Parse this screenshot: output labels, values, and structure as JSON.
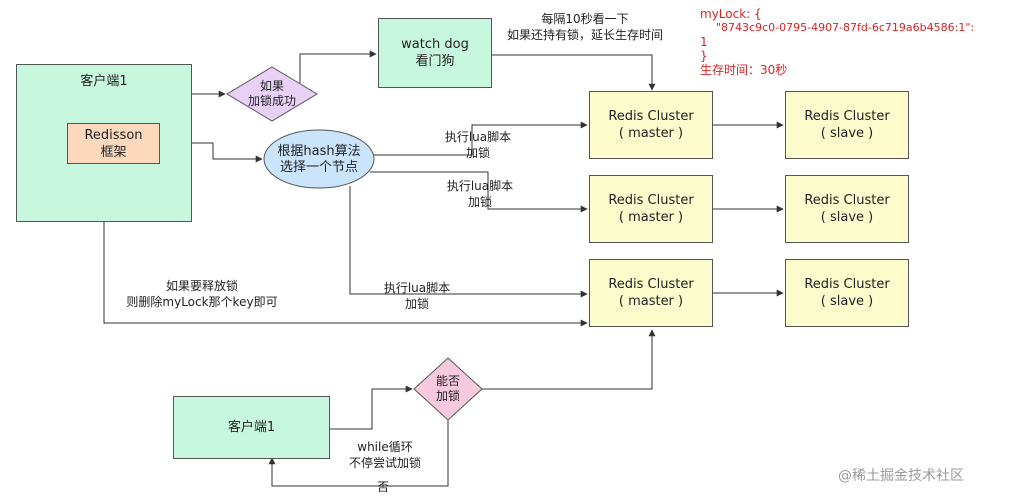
{
  "nodes": {
    "client1_top": "客户端1",
    "redisson_line1": "Redisson",
    "redisson_line2": "框架",
    "decision_success_line1": "如果",
    "decision_success_line2": "加锁成功",
    "watchdog_line1": "watch dog",
    "watchdog_line2": "看门狗",
    "hash_line1": "根据hash算法",
    "hash_line2": "选择一个节点",
    "client1_bottom": "客户端1",
    "decision_can_line1": "能否",
    "decision_can_line2": "加锁",
    "clusters": [
      {
        "master_line1": "Redis Cluster",
        "master_line2": "( master )",
        "slave_line1": "Redis Cluster",
        "slave_line2": "( slave )"
      },
      {
        "master_line1": "Redis Cluster",
        "master_line2": "( master )",
        "slave_line1": "Redis Cluster",
        "slave_line2": "( slave )"
      },
      {
        "master_line1": "Redis Cluster",
        "master_line2": "( master )",
        "slave_line1": "Redis Cluster",
        "slave_line2": "( slave )"
      }
    ]
  },
  "edge_labels": {
    "every10s_line1": "每隔10秒看一下",
    "every10s_line2": "如果还持有锁，延长生存时间",
    "lua1_line1": "执行lua脚本",
    "lua1_line2": "加锁",
    "lua2_line1": "执行lua脚本",
    "lua2_line2": "加锁",
    "lua3_line1": "执行lua脚本",
    "lua3_line2": "加锁",
    "release_line1": "如果要释放锁",
    "release_line2": "则删除myLock那个key即可",
    "while_line1": "while循环",
    "while_line2": "不停尝试加锁",
    "no": "否"
  },
  "lock_note": {
    "line1": "myLock: {",
    "line2": "\"8743c9c0-0795-4907-87fd-6c719a6b4586:1\":",
    "line3": "1",
    "line4": "}",
    "line5": "生存时间：30秒"
  },
  "watermark": "@稀土掘金技术社区",
  "colors": {
    "client_fill": "#c8f7df",
    "redisson_fill": "#fcd9bc",
    "cluster_fill": "#fbfbcc",
    "decision_fill": "#e8d0f7",
    "decision_can_fill": "#f7c9df",
    "hash_fill": "#c9e4fb",
    "note_text": "#e02020",
    "edge": "#333333"
  }
}
